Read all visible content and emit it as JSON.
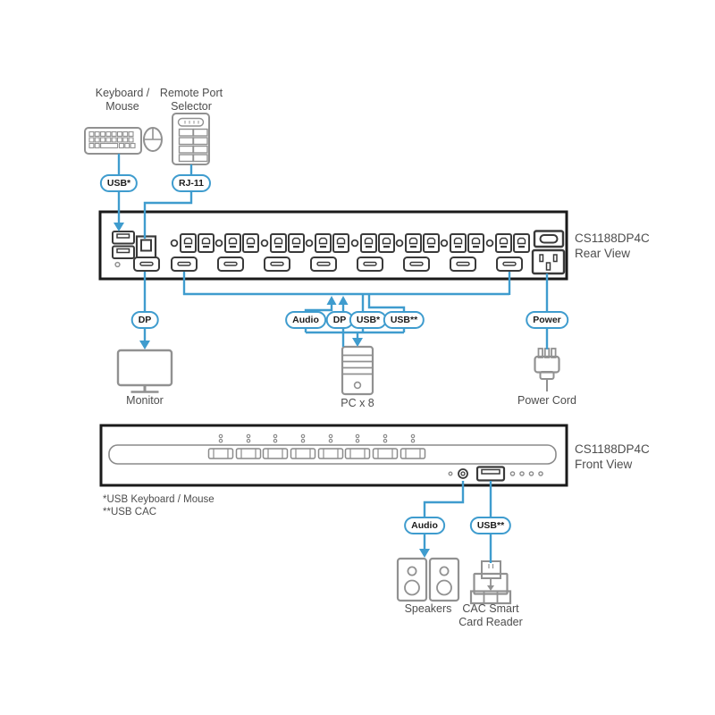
{
  "colors": {
    "accent": "#3f9cce",
    "icon": "#919191",
    "frame": "#1a1a1a",
    "text": "#4d4d4d",
    "port": "#3a3a3a"
  },
  "top_section": {
    "keyboard_mouse_label": {
      "line1": "Keyboard /",
      "line2": "Mouse"
    },
    "remote_port_selector_label": {
      "line1": "Remote Port",
      "line2": "Selector"
    },
    "usb_pill": "USB*",
    "rj11_pill": "RJ-11"
  },
  "rear_view": {
    "title_line1": "CS1188DP4C",
    "title_line2": "Rear View"
  },
  "rear_connections": {
    "dp_pill": "DP",
    "monitor_label": "Monitor",
    "audio_pill": "Audio",
    "dp_pc_pill": "DP",
    "usb_pill": "USB*",
    "usb_cac_pill": "USB**",
    "pc_label": "PC x 8",
    "power_pill": "Power",
    "power_cord_label": "Power Cord"
  },
  "front_view": {
    "title_line1": "CS1188DP4C",
    "title_line2": "Front View"
  },
  "footnotes": {
    "line1": "*USB Keyboard / Mouse",
    "line2": "**USB CAC"
  },
  "front_connections": {
    "audio_pill": "Audio",
    "usb_cac_pill": "USB**",
    "speakers_label": "Speakers",
    "cac_reader_label": {
      "line1": "CAC Smart",
      "line2": "Card Reader"
    }
  }
}
